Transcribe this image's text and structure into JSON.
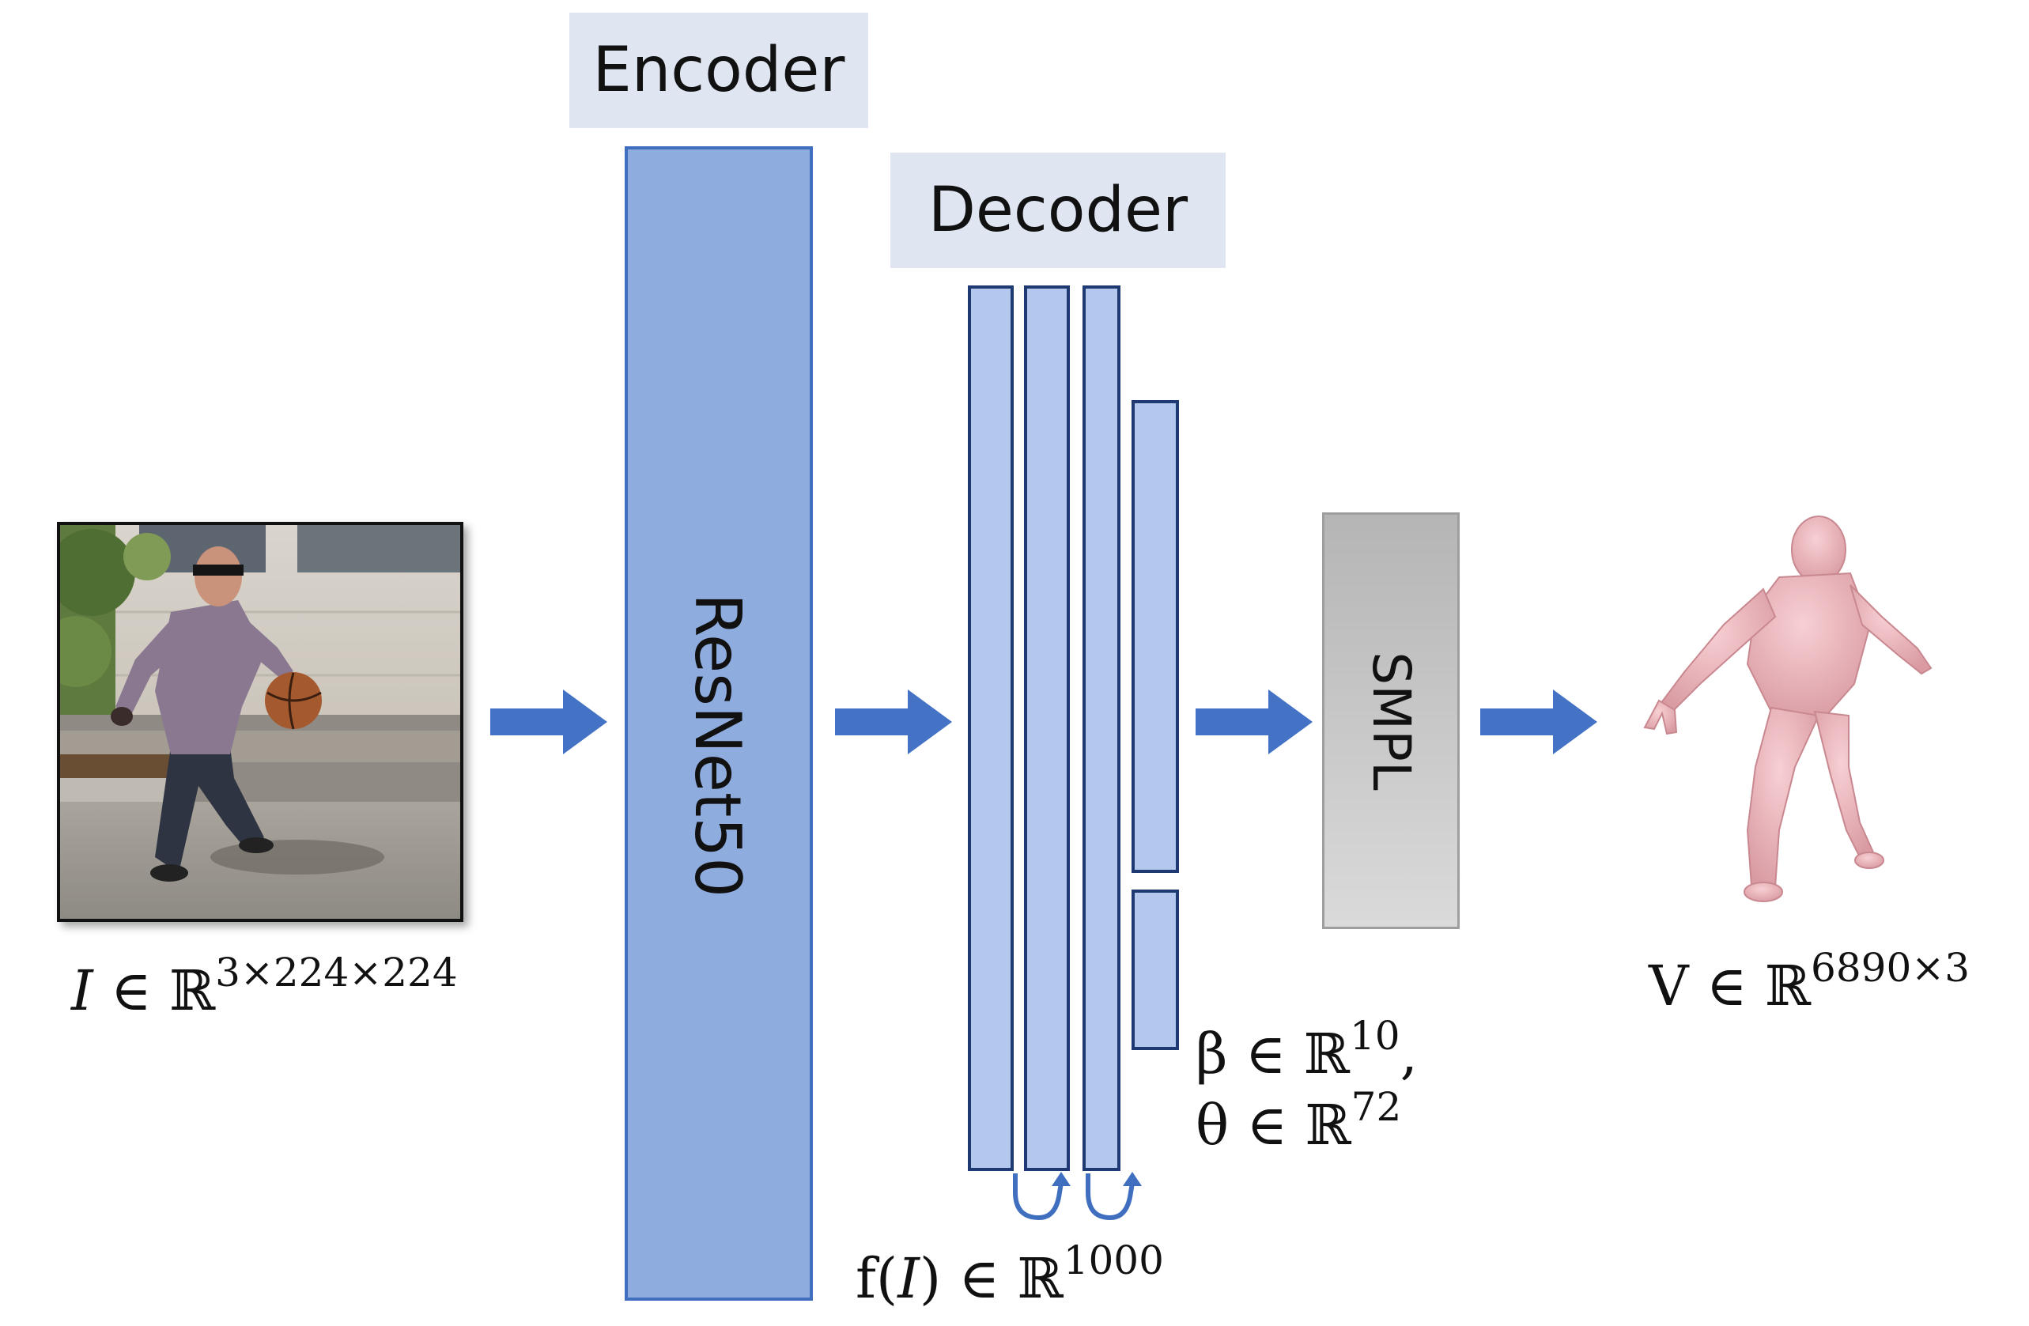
{
  "encoder": {
    "header": "Encoder",
    "block_label": "ResNet50"
  },
  "decoder": {
    "header": "Decoder"
  },
  "smpl": {
    "label": "SMPL"
  },
  "input": {
    "symbol": "I",
    "set_text": " ∈  ℝ",
    "dims": "3×224×224"
  },
  "feature": {
    "prefix": "f(",
    "symbol": "I",
    "suffix": ") ∈  ℝ",
    "dims": "1000"
  },
  "params": {
    "beta_text": "β ∈ ℝ",
    "beta_dims": "10",
    "beta_trail": ",",
    "theta_text": "θ ∈ ℝ",
    "theta_dims": "72"
  },
  "output": {
    "set_text": "V ∈ ℝ",
    "dims": "6890×3"
  },
  "colors": {
    "arrow": "#4472c4",
    "encoder_fill": "#8facdf",
    "decoder_fill": "#b3c8ec",
    "decoder_border": "#1f3a73",
    "header_fill": "#dfe6f2",
    "mesh": "#f2bdc2"
  },
  "icons": {
    "flow_arrow": "right-arrow-icon",
    "skip_arrow": "curved-arrow-icon"
  }
}
